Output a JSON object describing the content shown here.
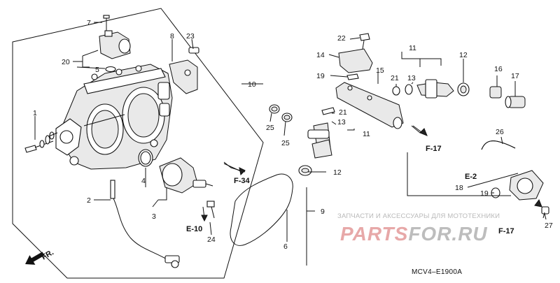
{
  "diagram_code": "MCV4–E1900A",
  "front_label": "FR.",
  "watermark": {
    "line1": "ЗАПЧАСТИ И АКСЕССУАРЫ ДЛЯ МОТОТЕХНИКИ",
    "brand_part1": "PARTS",
    "brand_part2": "FOR.RU"
  },
  "refs": {
    "f34": "F-34",
    "e10": "E-10",
    "f17a": "F-17",
    "e2": "E-2",
    "f17b": "F-17"
  },
  "callouts": {
    "n1": "1",
    "n2": "2",
    "n3": "3",
    "n4": "4",
    "n5": "5",
    "n6": "6",
    "n7": "7",
    "n8": "8",
    "n9": "9",
    "n10": "10",
    "n11a": "11",
    "n11b": "11",
    "n12a": "12",
    "n12b": "12",
    "n13a": "13",
    "n13b": "13",
    "n14": "14",
    "n15": "15",
    "n16": "16",
    "n17": "17",
    "n18": "18",
    "n19a": "19",
    "n19b": "19",
    "n20": "20",
    "n21a": "21",
    "n21b": "21",
    "n22": "22",
    "n23": "23",
    "n24": "24",
    "n25a": "25",
    "n25b": "25",
    "n26": "26",
    "n27": "27"
  },
  "icons": [
    "front-arrow-icon"
  ]
}
